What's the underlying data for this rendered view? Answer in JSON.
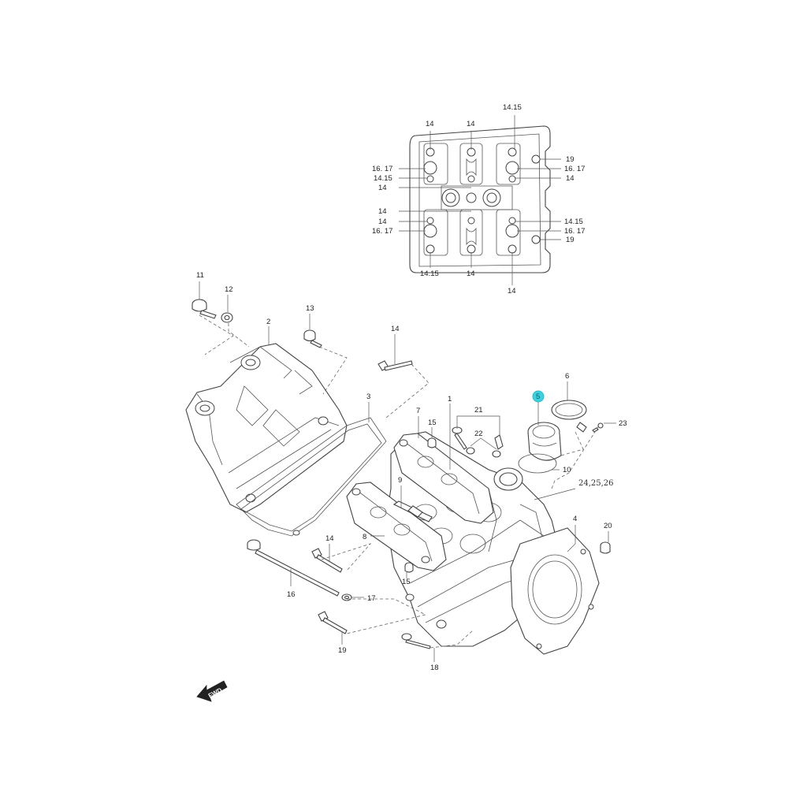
{
  "diagram": {
    "highlight_color": "#3fd0e0",
    "highlighted_part": "5",
    "fwd_label": "FWD",
    "top_view_labels": {
      "t_1415_top": "14.15",
      "t_14_a": "14",
      "t_14_b": "14",
      "t_19_a": "19",
      "t_1617_l1": "16. 17",
      "t_1415_l1": "14.15",
      "t_14_l1": "14",
      "t_1617_r1": "16. 17",
      "t_14_r1": "14",
      "t_14_l2": "14",
      "t_14_l3": "14",
      "t_1617_l2": "16. 17",
      "t_1415_r2": "14.15",
      "t_1617_r2": "16. 17",
      "t_19_b": "19",
      "t_1415_bot": "14.15",
      "t_14_bot1": "14",
      "t_14_bot2": "14"
    },
    "part_labels": {
      "p11": "11",
      "p12": "12",
      "p2": "2",
      "p13": "13",
      "p14a": "14",
      "p3": "3",
      "p7": "7",
      "p1": "1",
      "p21": "21",
      "p15a": "15",
      "p22": "22",
      "p5": "5",
      "p6": "6",
      "p23": "23",
      "p10": "10",
      "p242526": "24,25,26",
      "p9": "9",
      "p8": "8",
      "p4": "4",
      "p20": "20",
      "p14b": "14",
      "p15b": "15",
      "p16": "16",
      "p17": "17",
      "p19": "19",
      "p18": "18"
    }
  }
}
